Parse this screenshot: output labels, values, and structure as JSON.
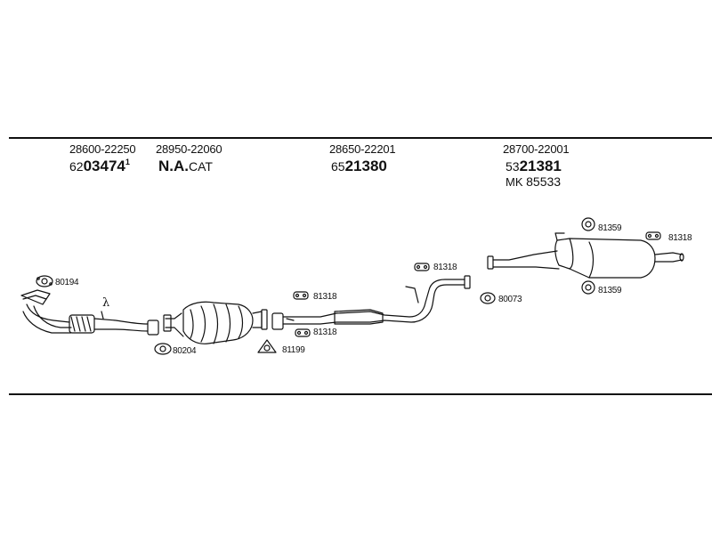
{
  "groups": [
    {
      "part": "28600-22250",
      "code_prefix": "62",
      "code_main": "03474",
      "code_suffix": "1"
    },
    {
      "part": "28950-22060",
      "code_main": "N.A.",
      "code_suffix": "CAT"
    },
    {
      "part": "28650-22201",
      "code_prefix": "65",
      "code_main": "21380"
    },
    {
      "part": "28700-22001",
      "code_prefix": "53",
      "code_main": "21381",
      "extra_prefix": "MK",
      "extra_code": "85533"
    }
  ],
  "refs": {
    "front_gasket": "80194",
    "cat_gasket": "80204",
    "center_hanger_top": "81318",
    "center_hanger_bottom": "81318",
    "center_ring": "81199",
    "rear_hanger_mid": "81318",
    "rear_gasket": "80073",
    "muffler_mount_top": "81359",
    "muffler_mount_bottom": "81359",
    "tail_hanger": "81318"
  },
  "lambda_symbol": "λ",
  "icons": [
    "gasket-icon",
    "rubber-hanger-icon",
    "ring-icon",
    "mount-icon",
    "triangle-ring-icon"
  ]
}
